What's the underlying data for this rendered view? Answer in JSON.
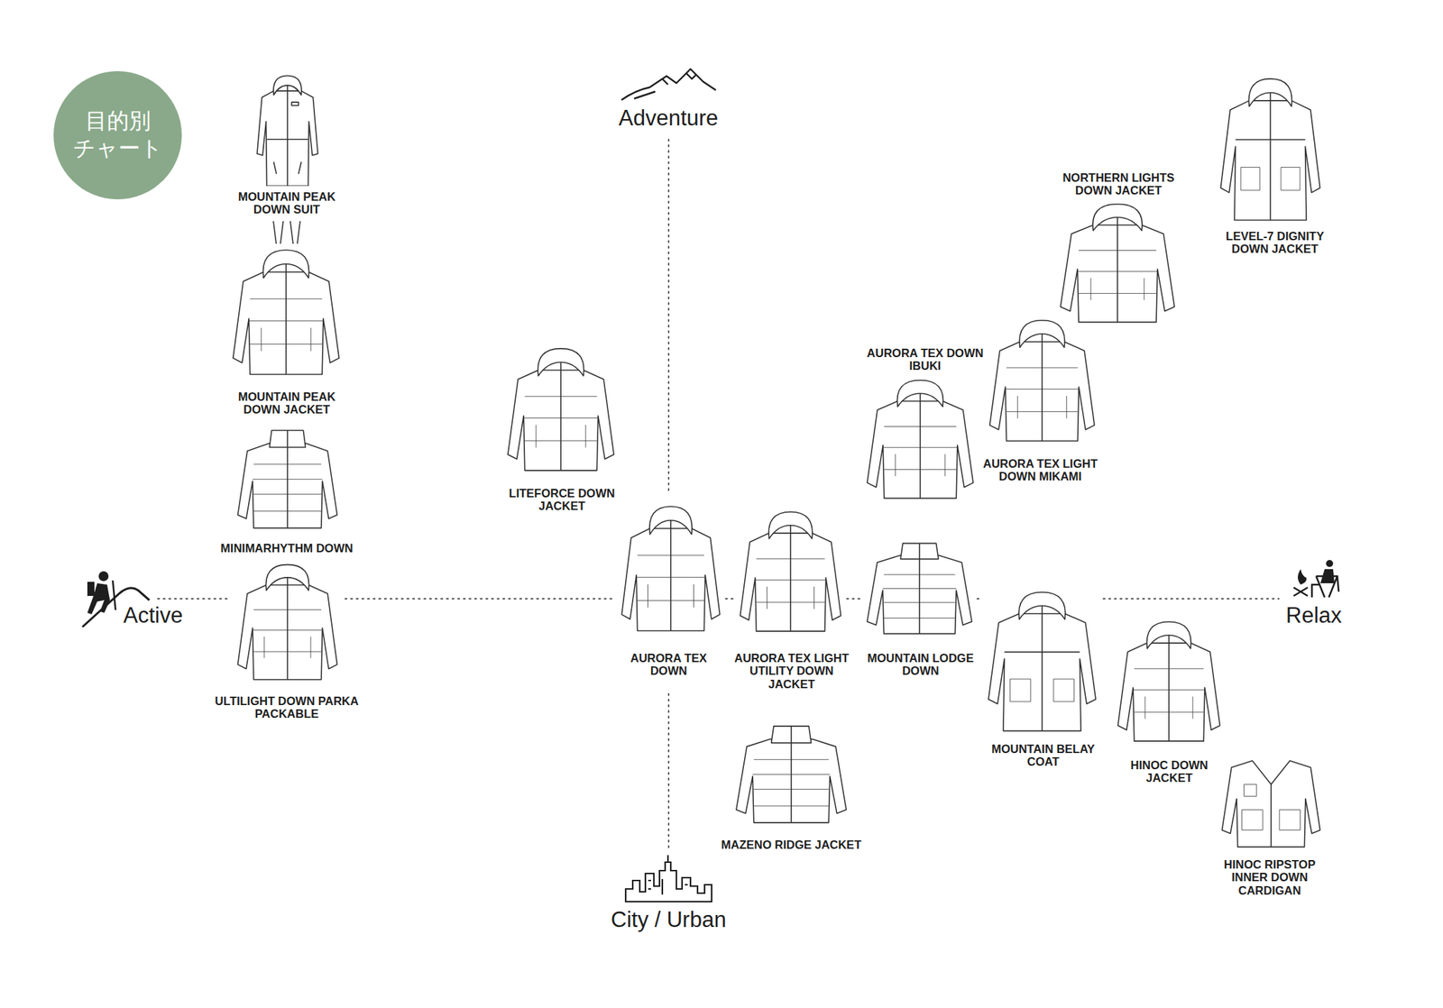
{
  "diagram": {
    "nodes": [
      {
        "text": [
          "目的別 チャート"
        ]
      }
    ],
    "labels": [
      "Adventure",
      "Active",
      "Relax",
      "City / Urban",
      "MOUNTAIN PEAK DOWN SUIT",
      "LEVEL-7 DIGNITY DOWN JACKET",
      "NORTHERN LIGHTS DOWN JACKET",
      "MOUNTAIN PEAK DOWN JACKET",
      "AURORA TEX DOWN IBUKI",
      "AURORA TEX LIGHT DOWN MIKAMI",
      "LITEFORCE DOWN JACKET",
      "MINIMARHYTHM DOWN",
      "AURORA TEX DOWN",
      "AURORA TEX LIGHT UTILITY DOWN JACKET",
      "MOUNTAIN LODGE DOWN",
      "ULTILIGHT DOWN PARKA PACKABLE",
      "MOUNTAIN BELAY COAT",
      "HINOC DOWN JACKET",
      "MAZENO RIDGE JACKET",
      "HINOC RIPSTOP INNER DOWN CARDIGAN"
    ]
  }
}
